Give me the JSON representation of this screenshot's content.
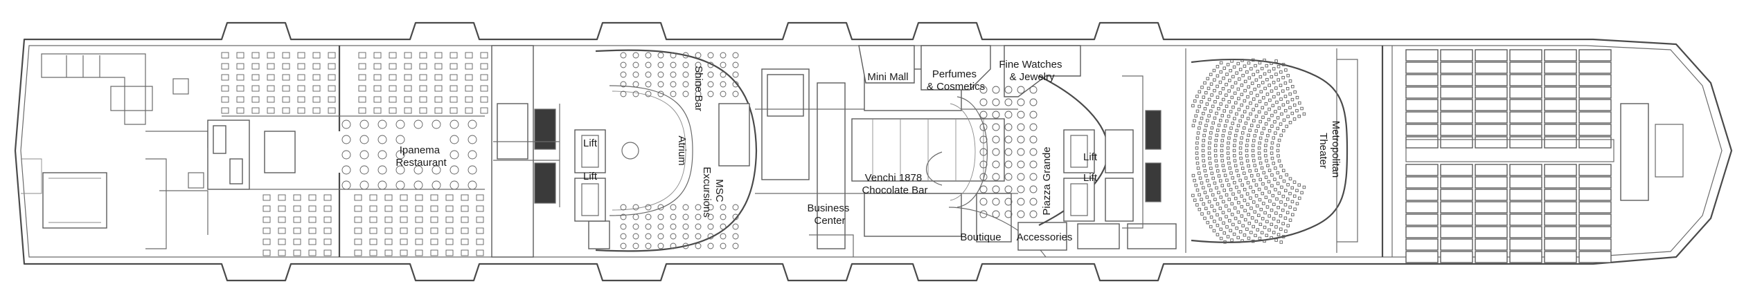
{
  "deck": {
    "labels": [
      {
        "id": "ipanema",
        "lines": [
          "Ipanema",
          "Restaurant"
        ]
      },
      {
        "id": "lift-fwd-top",
        "lines": [
          "Lift"
        ]
      },
      {
        "id": "lift-fwd-bot",
        "lines": [
          "Lift"
        ]
      },
      {
        "id": "shine-bar",
        "lines": [
          "Shine Bar"
        ]
      },
      {
        "id": "atrium",
        "lines": [
          "Atrium"
        ]
      },
      {
        "id": "msc-excursions",
        "lines": [
          "MSC",
          "Excursions"
        ]
      },
      {
        "id": "mini-mall",
        "lines": [
          "Mini Mall"
        ]
      },
      {
        "id": "perfumes",
        "lines": [
          "Perfumes",
          "& Cosmetics"
        ]
      },
      {
        "id": "fine-watches",
        "lines": [
          "Fine Watches",
          "& Jewelry"
        ]
      },
      {
        "id": "venchi",
        "lines": [
          "Venchi 1878",
          "Chocolate Bar"
        ]
      },
      {
        "id": "business-center",
        "lines": [
          "Business",
          "Center"
        ]
      },
      {
        "id": "piazza-grande",
        "lines": [
          "Piazza Grande"
        ]
      },
      {
        "id": "lift-aft-top",
        "lines": [
          "Lift"
        ]
      },
      {
        "id": "lift-aft-bot",
        "lines": [
          "Lift"
        ]
      },
      {
        "id": "boutique",
        "lines": [
          "Boutique"
        ]
      },
      {
        "id": "accessories",
        "lines": [
          "Accessories"
        ]
      },
      {
        "id": "metropolitan",
        "lines": [
          "Metropolitan",
          "Theater"
        ]
      }
    ]
  }
}
